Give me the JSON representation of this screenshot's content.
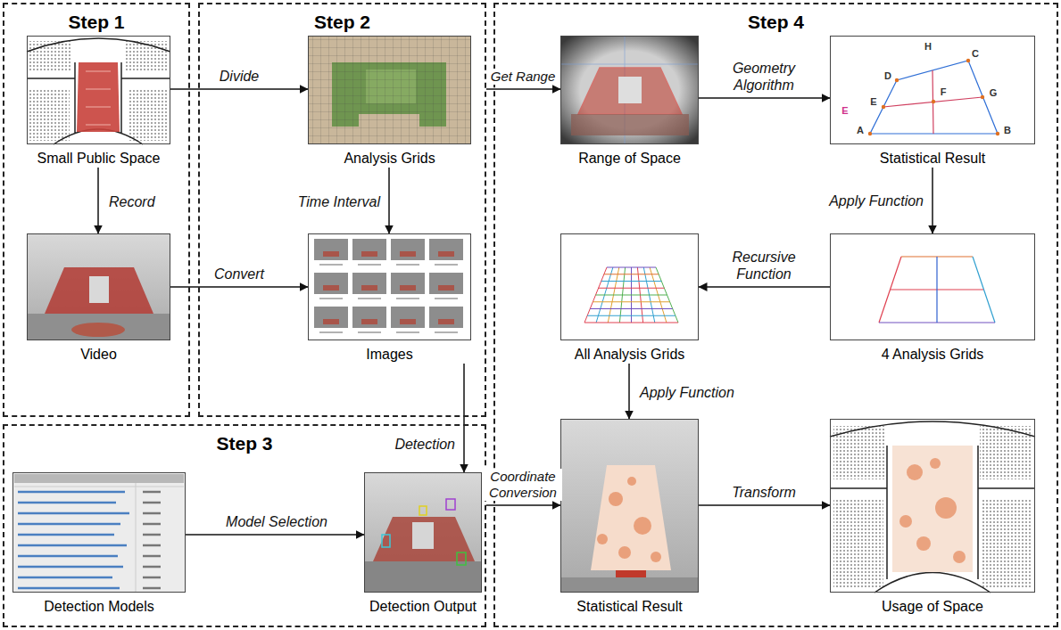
{
  "diagram": {
    "nodes": [
      {
        "text": [
          "Step 1"
        ]
      },
      {
        "text": [
          "Small Public Space"
        ],
        "in": 0
      },
      {
        "text": [
          "Video"
        ],
        "in": 0
      },
      {
        "text": [
          "Step 2"
        ]
      },
      {
        "text": [
          "Analysis Grids"
        ],
        "in": 3
      },
      {
        "text": [
          "Images"
        ],
        "in": 3
      },
      {
        "text": [
          "Step 3"
        ]
      },
      {
        "text": [
          "Detection Models"
        ],
        "in": 6
      },
      {
        "text": [
          "Detection Output"
        ],
        "in": 6
      },
      {
        "text": [
          "Step 4"
        ]
      },
      {
        "text": [
          "Range of Space"
        ],
        "in": 9
      },
      {
        "text": [
          "Statistical Result"
        ],
        "in": 9
      },
      {
        "text": [
          "4 Analysis Grids"
        ],
        "in": 9
      },
      {
        "text": [
          "All Analysis Grids"
        ],
        "in": 9
      },
      {
        "text": [
          "Statistical Result"
        ],
        "in": 9
      },
      {
        "text": [
          "Usage of Space"
        ],
        "in": 9
      }
    ],
    "edges": [
      {
        "from": 1,
        "to": 2,
        "label": "Record",
        "arrow": "to"
      },
      {
        "from": 1,
        "to": 4,
        "label": "Divide",
        "arrow": "to"
      },
      {
        "from": 4,
        "to": 5,
        "label": "Time Interval",
        "arrow": "to"
      },
      {
        "from": 2,
        "to": 5,
        "label": "Convert",
        "arrow": "to"
      },
      {
        "from": 5,
        "to": 8,
        "label": "Detection",
        "arrow": "to"
      },
      {
        "from": 7,
        "to": 8,
        "label": "Model Selection",
        "arrow": "to"
      },
      {
        "from": 3,
        "to": 10,
        "label": "Get Range",
        "arrow": "to"
      },
      {
        "from": 10,
        "to": 11,
        "label": "Geometry Algorithm",
        "arrow": "to"
      },
      {
        "from": 11,
        "to": 12,
        "label": "Apply Function",
        "arrow": "to"
      },
      {
        "from": 12,
        "to": 13,
        "label": "Recursive Function",
        "arrow": "to"
      },
      {
        "from": 13,
        "to": 14,
        "label": "Apply Function",
        "arrow": "to"
      },
      {
        "from": 6,
        "to": 14,
        "label": "Coordinate Conversion",
        "arrow": "to"
      },
      {
        "from": 14,
        "to": 15,
        "label": "Transform",
        "arrow": "to"
      }
    ],
    "labels": [
      "H",
      "C",
      "D",
      "F",
      "G",
      "E",
      "A",
      "B",
      "E"
    ]
  }
}
